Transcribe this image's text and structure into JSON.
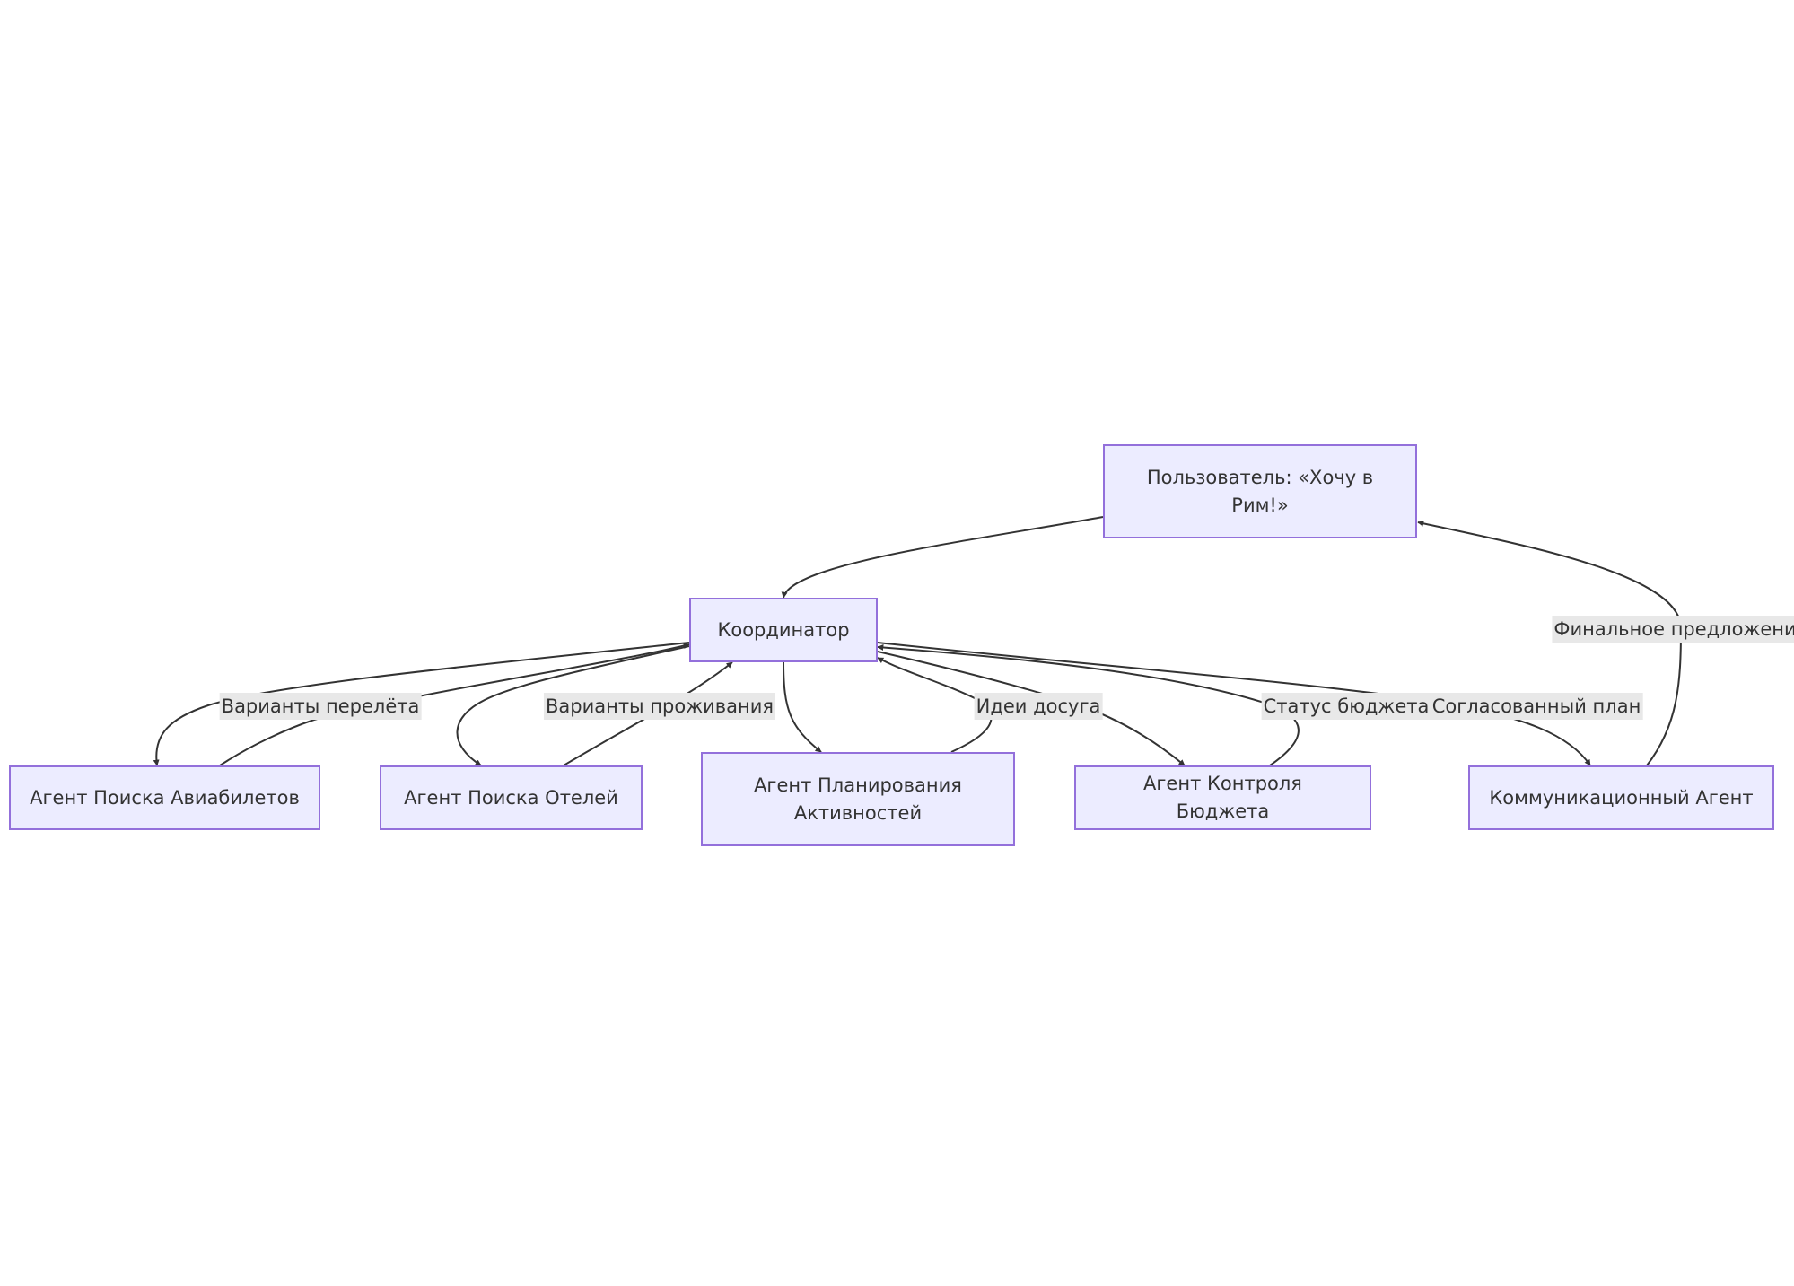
{
  "diagram": {
    "nodes": {
      "user": "Пользователь: «Хочу в Рим!»",
      "coordinator": "Координатор",
      "flights": "Агент Поиска Авиабилетов",
      "hotels": "Агент Поиска Отелей",
      "activities": "Агент Планирования Активностей",
      "budget": "Агент Контроля Бюджета",
      "comms": "Коммуникационный Агент"
    },
    "edges": [
      {
        "from": "user",
        "to": "coordinator",
        "label": ""
      },
      {
        "from": "coordinator",
        "to": "flights",
        "label": ""
      },
      {
        "from": "flights",
        "to": "coordinator",
        "label": "Варианты перелёта"
      },
      {
        "from": "coordinator",
        "to": "hotels",
        "label": ""
      },
      {
        "from": "hotels",
        "to": "coordinator",
        "label": "Варианты проживания"
      },
      {
        "from": "coordinator",
        "to": "activities",
        "label": ""
      },
      {
        "from": "activities",
        "to": "coordinator",
        "label": "Идеи досуга"
      },
      {
        "from": "coordinator",
        "to": "budget",
        "label": ""
      },
      {
        "from": "budget",
        "to": "coordinator",
        "label": "Статус бюджета"
      },
      {
        "from": "coordinator",
        "to": "comms",
        "label": "Согласованный план"
      },
      {
        "from": "comms",
        "to": "user",
        "label": "Финальное предложение"
      }
    ],
    "colors": {
      "node_fill": "#ececff",
      "node_stroke": "#9370db",
      "edge": "#333333",
      "label_bg": "#e8e8e8"
    }
  }
}
